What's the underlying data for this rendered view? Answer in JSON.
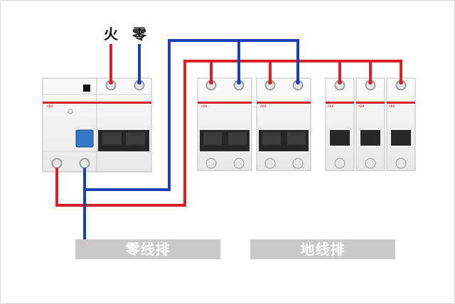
{
  "labels": {
    "live": "火",
    "neutral": "零",
    "neutral_bar": "零线排",
    "ground_bar": "地线排"
  },
  "breaker_brand": "ABB",
  "colors": {
    "live_wire": "#d6202a",
    "neutral_wire": "#1c3fb5",
    "bar_bg": "#c9c9c9",
    "breaker_body": "#f4f4f4",
    "handle": "#262626"
  }
}
